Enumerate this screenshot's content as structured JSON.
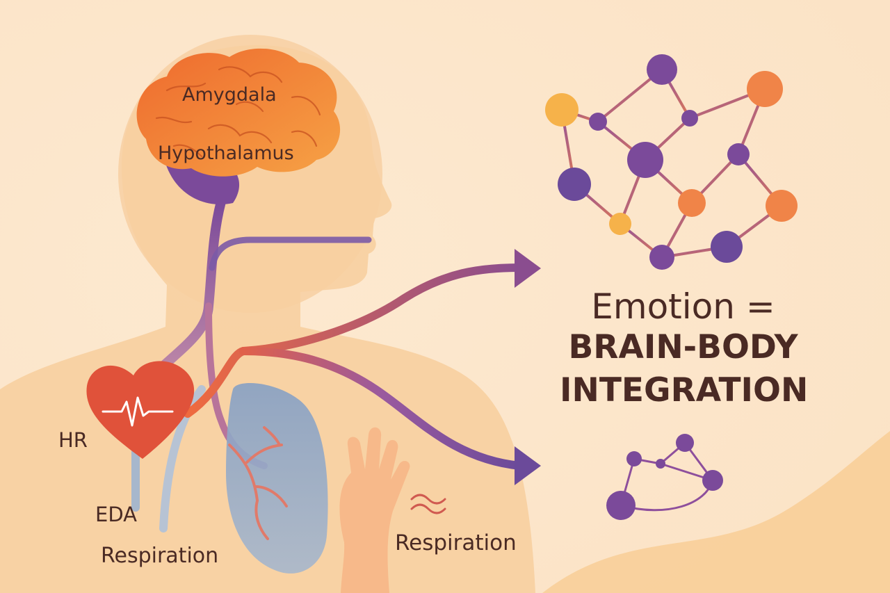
{
  "labels": {
    "amygdala": "Amygdala",
    "hypothalamus": "Hypothalamus",
    "hr": "HR",
    "eda": "EDA",
    "respiration_left": "Respiration",
    "respiration_right": "Respiration"
  },
  "equation": {
    "line1": "Emotion =",
    "line2": "BRAIN-BODY",
    "line3": "INTEGRATION"
  },
  "colors": {
    "background": "#fbe9d4",
    "body": "#f7cfa0",
    "brain": "#f07a3a",
    "heart": "#e0523a",
    "lung": "#7a93b8",
    "purple": "#7b4a9a",
    "orange_node": "#f08448",
    "yellow_node": "#f6b24a",
    "text": "#4a2a24"
  },
  "icons": [
    "brain-icon",
    "heart-icon",
    "lungs-icon",
    "hand-icon",
    "wave-icon",
    "network-graph",
    "arrow-icon"
  ]
}
